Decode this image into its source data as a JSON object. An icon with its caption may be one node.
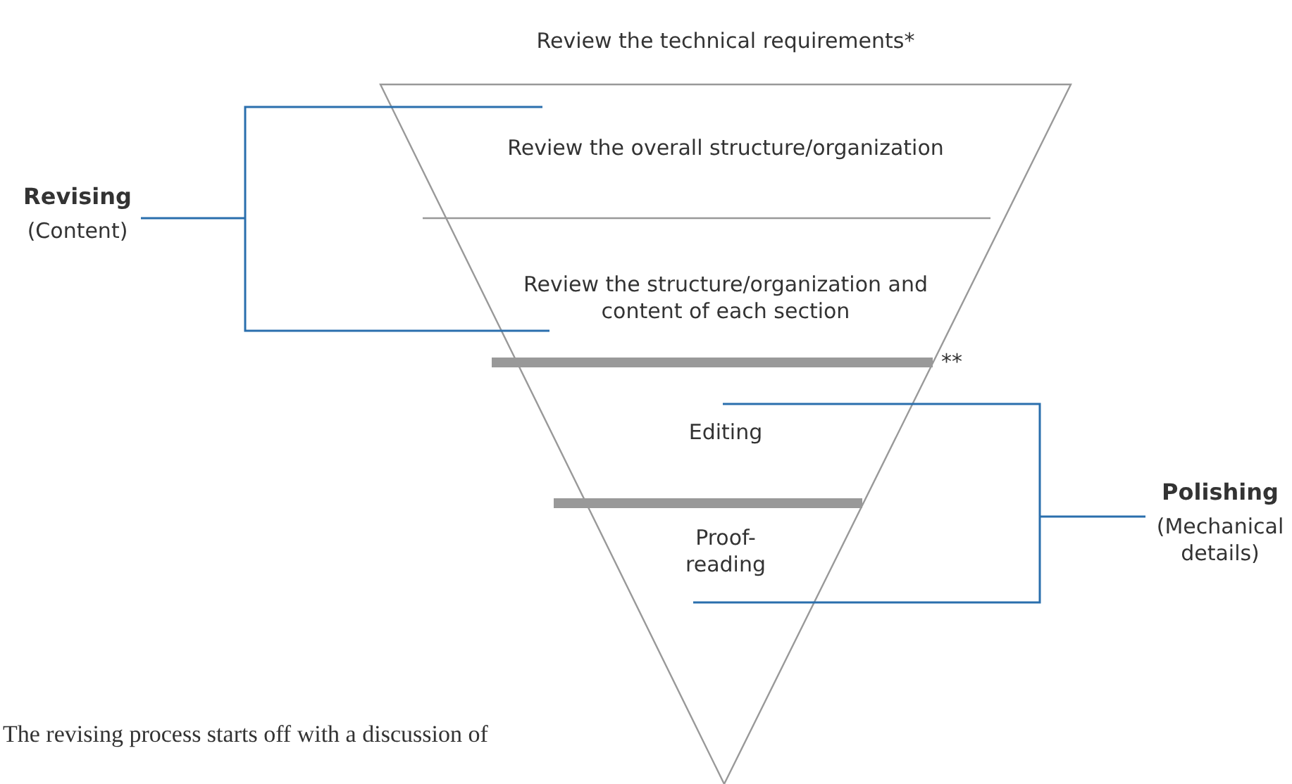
{
  "diagram": {
    "nodes": [
      {
        "text": [
          "Review the technical requirements*"
        ]
      },
      {
        "text": [
          "Review the overall structure/organization"
        ],
        "in": 0
      },
      {
        "text": [
          "Review the structure/organization and content of each section"
        ],
        "in": 0
      },
      {
        "text": [
          "Editing"
        ],
        "in": 0
      },
      {
        "text": [
          "Proof- reading"
        ],
        "in": 0
      },
      {
        "text": [
          "Revising",
          "(Content)"
        ]
      },
      {
        "text": [
          "Polishing",
          "(Mechanical details)"
        ]
      }
    ],
    "edges": [],
    "labels": [
      "**",
      "The revising process starts off with a discussion of"
    ]
  }
}
